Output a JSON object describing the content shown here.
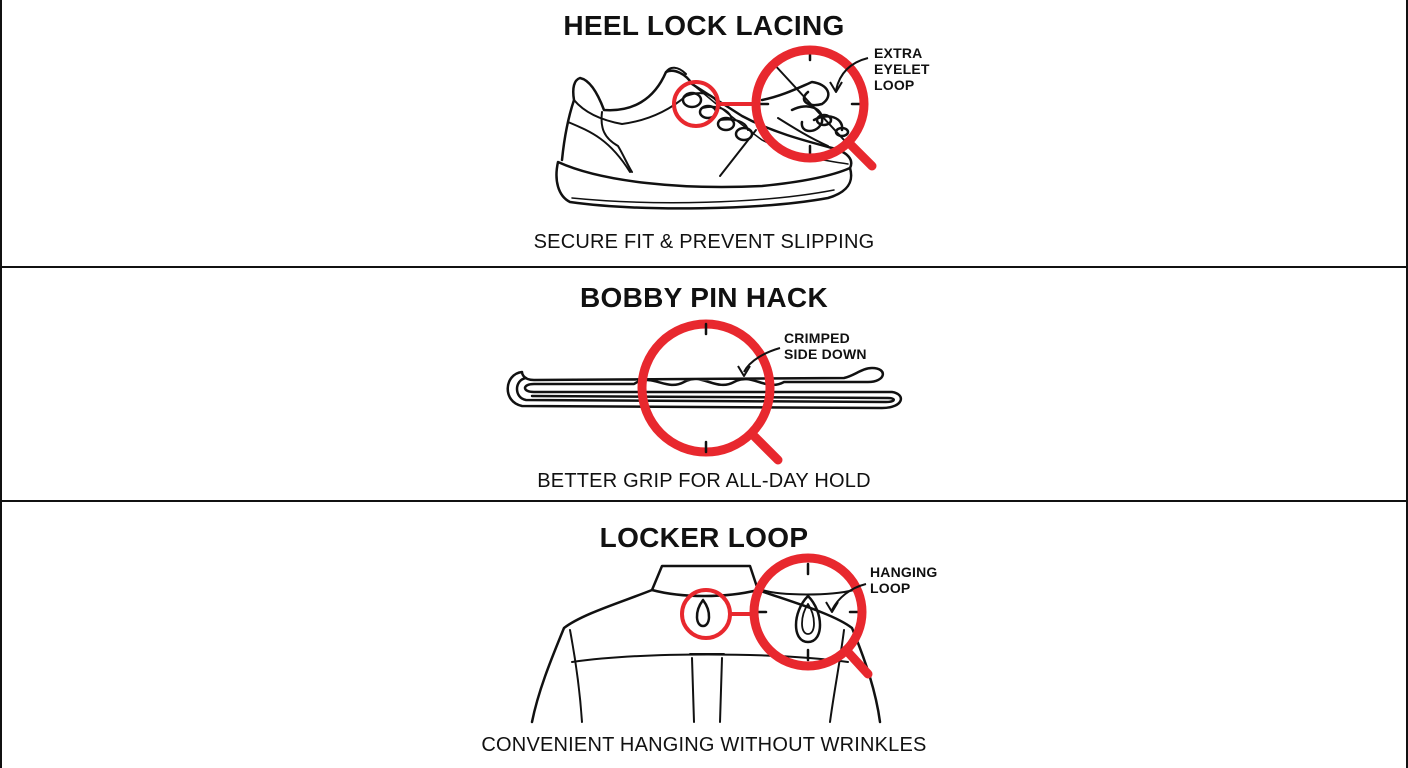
{
  "colors": {
    "accent": "#e8282e",
    "ink": "#111111",
    "background": "#ffffff"
  },
  "sections": [
    {
      "title": "HEEL LOCK LACING",
      "caption": "SECURE FIT & PREVENT SLIPPING",
      "callout": "EXTRA\nEYELET\nLOOP",
      "illustration": "sneaker-icon"
    },
    {
      "title": "BOBBY PIN HACK",
      "caption": "BETTER GRIP FOR ALL-DAY HOLD",
      "callout": "CRIMPED\nSIDE DOWN",
      "illustration": "bobby-pin-icon"
    },
    {
      "title": "LOCKER LOOP",
      "caption": "CONVENIENT HANGING WITHOUT WRINKLES",
      "callout": "HANGING\nLOOP",
      "illustration": "jacket-icon"
    }
  ]
}
